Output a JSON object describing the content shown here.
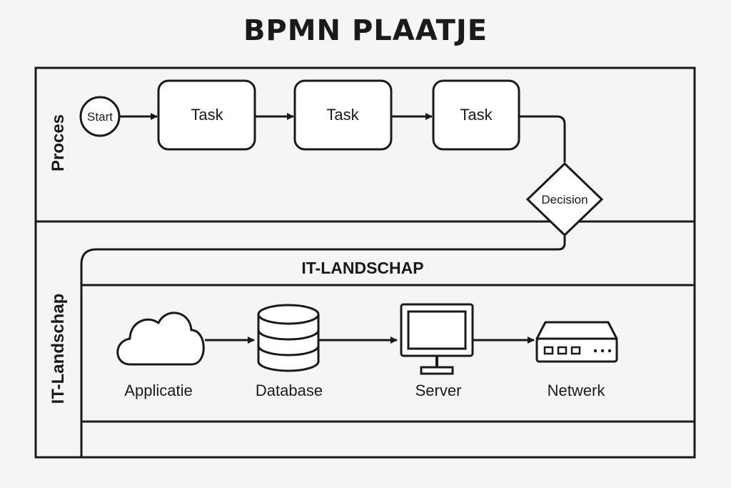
{
  "title": "BPMN PLAATJE",
  "lanes": {
    "process": {
      "label": "Proces"
    },
    "it": {
      "label": "IT-Landschap",
      "header": "IT-LANDSCHAP"
    }
  },
  "process_flow": {
    "start": "Start",
    "tasks": [
      "Task",
      "Task",
      "Task"
    ],
    "decision": "Decision"
  },
  "it_components": [
    {
      "icon": "cloud-icon",
      "label": "Applicatie"
    },
    {
      "icon": "database-icon",
      "label": "Database"
    },
    {
      "icon": "monitor-icon",
      "label": "Server"
    },
    {
      "icon": "network-device-icon",
      "label": "Netwerk"
    }
  ],
  "colors": {
    "stroke": "#1a1a1a",
    "background": "#f5f5f3",
    "fill": "#ffffff"
  }
}
